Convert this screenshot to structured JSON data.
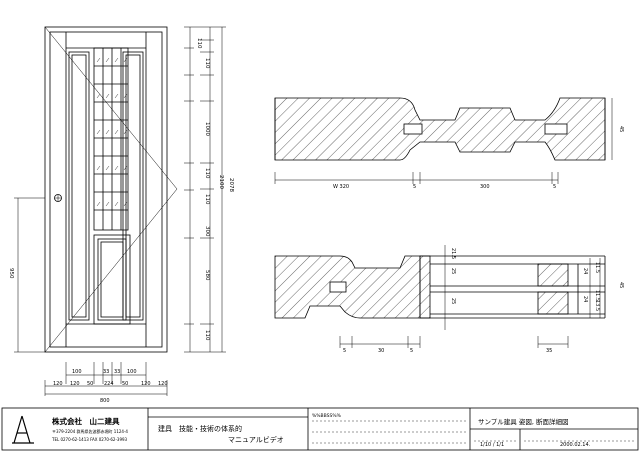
{
  "door_dims": {
    "right_col1": [
      "110",
      "110",
      "1000",
      "110",
      "110",
      "300",
      "580",
      "110"
    ],
    "right_col2": [
      "2100"
    ],
    "right_col3": [
      "2078"
    ],
    "left_height": "950",
    "bottom_top_row": [
      "100",
      "33",
      "33",
      "100"
    ],
    "bottom_row": [
      "120",
      "120",
      "50",
      "224",
      "50",
      "120",
      "120"
    ],
    "total_width": "800"
  },
  "section_top": {
    "dims": [
      "W 320",
      "5",
      "300",
      "5"
    ],
    "right_dim": "45"
  },
  "section_bottom": {
    "dims": [
      "5",
      "30",
      "5",
      "35"
    ],
    "left_inner_dims": [
      "21.5",
      "25",
      "25"
    ],
    "right_dims": [
      "24",
      "24",
      "11.5",
      "11.5",
      "13.5"
    ],
    "far_right": "45"
  },
  "title_block": {
    "company": "株式会社　山二建具",
    "address": "〒379-2204 群馬県佐波郡赤堀町 1124-4",
    "phone": "TEL 0270-62-1413 FAX 0270-62-3993",
    "course_label": "建具　技能・技術の体系的",
    "course_label2": "マニュアルビデオ",
    "notes_label": "%%BBSS%%",
    "drawing_title": "サンプル建具 姿図, 断面詳細図",
    "scale": "1/10 / 1/1",
    "date": "2000.02.14."
  }
}
